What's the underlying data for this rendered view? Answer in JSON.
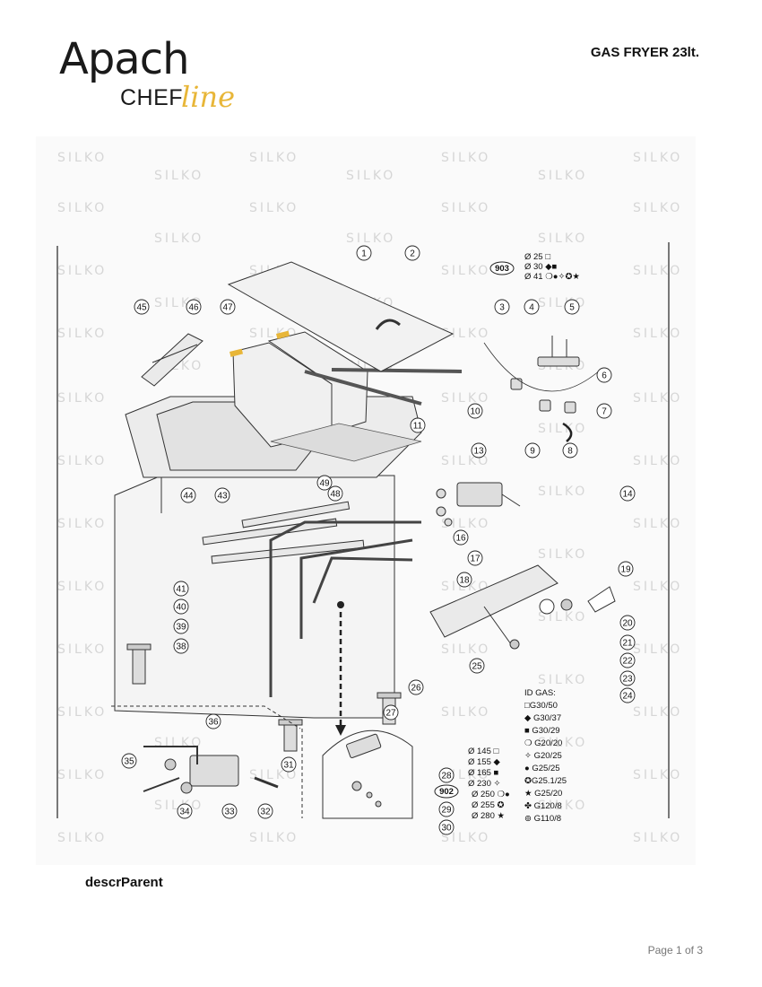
{
  "header": {
    "logo_brand": "Apach",
    "logo_sub1": "CHEF",
    "logo_sub2": "line",
    "title": "GAS FRYER 23lt."
  },
  "watermark": "SILKO",
  "diagram": {
    "callouts": [
      "1",
      "2",
      "3",
      "4",
      "5",
      "6",
      "7",
      "8",
      "9",
      "10",
      "11",
      "13",
      "14",
      "16",
      "17",
      "18",
      "19",
      "20",
      "21",
      "22",
      "23",
      "24",
      "25",
      "26",
      "27",
      "28",
      "29",
      "30",
      "31",
      "32",
      "33",
      "34",
      "35",
      "36",
      "38",
      "39",
      "40",
      "41",
      "43",
      "44",
      "45",
      "46",
      "47",
      "48",
      "49"
    ],
    "injector_top": {
      "code": "903",
      "lines": [
        "Ø 25 □",
        "Ø 30 ◆■",
        "Ø 41 ❍●✧✪★"
      ]
    },
    "injector_bottom": {
      "lines_a": [
        "Ø 145 □",
        "Ø 155 ◆",
        "Ø 165 ■",
        "Ø 230 ✧"
      ],
      "code": "902",
      "lines_b": [
        "Ø 250 ❍●",
        "Ø 255 ✪",
        "Ø 280 ★"
      ]
    },
    "gas_legend": {
      "title": "ID GAS:",
      "items": [
        "□G30/50",
        "◆ G30/37",
        "■ G30/29",
        "❍ G20/20",
        "✧ G20/25",
        "● G25/25",
        "✪G25.1/25",
        "★ G25/20",
        "✤ G120/8",
        "⊚ G110/8"
      ]
    }
  },
  "body": {
    "descr": "descrParent"
  },
  "footer": {
    "page": "Page 1 of 3"
  }
}
